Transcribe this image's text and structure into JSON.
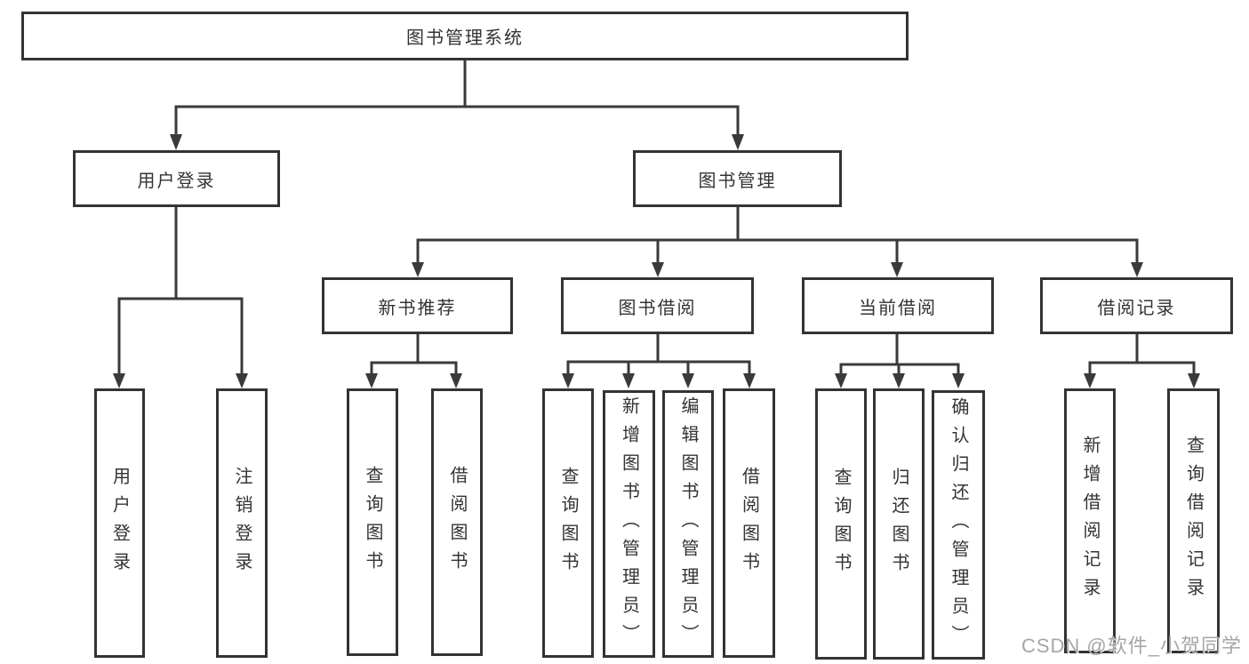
{
  "diagram": {
    "title": "图书管理系统",
    "watermark": "CSDN @软件_小贺同学",
    "colors": {
      "line": "#3a3a3a",
      "text": "#333333",
      "watermark": "#a6a6a6",
      "background": "#ffffff"
    },
    "level2": [
      {
        "label": "用户登录",
        "parent": "图书管理系统"
      },
      {
        "label": "图书管理",
        "parent": "图书管理系统"
      }
    ],
    "level3": [
      {
        "label": "新书推荐",
        "parent": "图书管理"
      },
      {
        "label": "图书借阅",
        "parent": "图书管理"
      },
      {
        "label": "当前借阅",
        "parent": "图书管理"
      },
      {
        "label": "借阅记录",
        "parent": "图书管理"
      }
    ],
    "leaves": [
      {
        "label": "用户登录",
        "parent": "用户登录"
      },
      {
        "label": "注销登录",
        "parent": "用户登录"
      },
      {
        "label": "查询图书",
        "parent": "新书推荐"
      },
      {
        "label": "借阅图书",
        "parent": "新书推荐"
      },
      {
        "label": "查询图书",
        "parent": "图书借阅"
      },
      {
        "label": "新增图书（管理员）",
        "parent": "图书借阅"
      },
      {
        "label": "编辑图书（管理员）",
        "parent": "图书借阅"
      },
      {
        "label": "借阅图书",
        "parent": "图书借阅"
      },
      {
        "label": "查询图书",
        "parent": "当前借阅"
      },
      {
        "label": "归还图书",
        "parent": "当前借阅"
      },
      {
        "label": "确认归还（管理员）",
        "parent": "当前借阅"
      },
      {
        "label": "新增借阅记录",
        "parent": "借阅记录"
      },
      {
        "label": "查询借阅记录",
        "parent": "借阅记录"
      }
    ]
  }
}
